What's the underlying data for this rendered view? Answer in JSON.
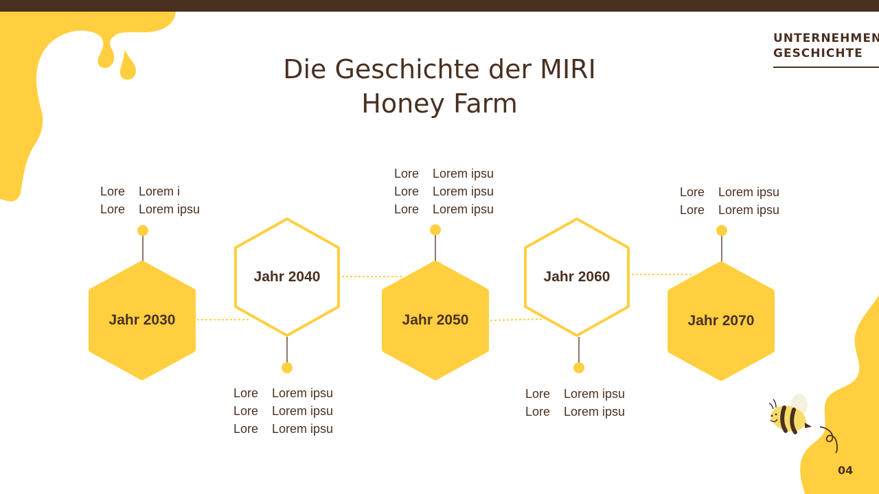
{
  "header": {
    "section_label_line1": "UNTERNEHMEN",
    "section_label_line2": "GESCHICHTE",
    "title_line1": "Die Geschichte der MIRI",
    "title_line2": "Honey Farm"
  },
  "colors": {
    "honey": "#FFCF3F",
    "brown": "#4A3020",
    "background": "#FFFFFF"
  },
  "timeline": [
    {
      "year_label": "Jahr 2030",
      "style": "filled",
      "text_position": "above",
      "rows": [
        {
          "key": "Lore",
          "value": "Lorem i"
        },
        {
          "key": "Lore",
          "value": "Lorem ipsu"
        }
      ]
    },
    {
      "year_label": "Jahr 2040",
      "style": "outline",
      "text_position": "below",
      "rows": [
        {
          "key": "Lore",
          "value": "Lorem ipsu"
        },
        {
          "key": "Lore",
          "value": "Lorem ipsu"
        },
        {
          "key": "Lore",
          "value": "Lorem ipsu"
        }
      ]
    },
    {
      "year_label": "Jahr 2050",
      "style": "filled",
      "text_position": "above",
      "rows": [
        {
          "key": "Lore",
          "value": "Lorem ipsu"
        },
        {
          "key": "Lore",
          "value": "Lorem ipsu"
        },
        {
          "key": "Lore",
          "value": "Lorem ipsu"
        }
      ]
    },
    {
      "year_label": "Jahr 2060",
      "style": "outline",
      "text_position": "below",
      "rows": [
        {
          "key": "Lore",
          "value": "Lorem ipsu"
        },
        {
          "key": "Lore",
          "value": "Lorem ipsu"
        }
      ]
    },
    {
      "year_label": "Jahr 2070",
      "style": "filled",
      "text_position": "above",
      "rows": [
        {
          "key": "Lore",
          "value": "Lorem ipsu"
        },
        {
          "key": "Lore",
          "value": "Lorem ipsu"
        }
      ]
    }
  ],
  "footer": {
    "page_number": "04"
  },
  "icons": {
    "decoration": "bee-icon"
  }
}
